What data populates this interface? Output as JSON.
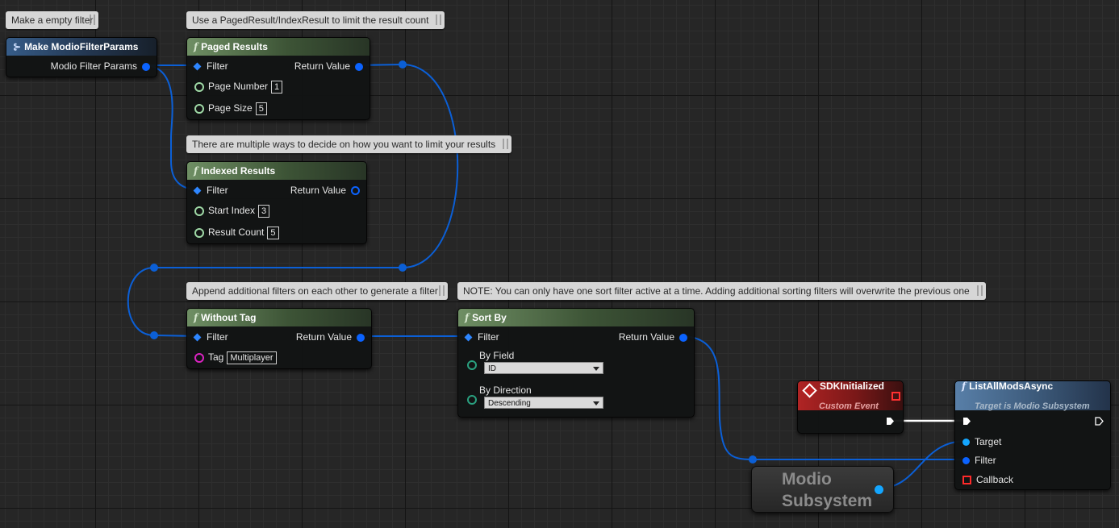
{
  "comments": {
    "empty_filter": "Make a empty filter",
    "paged": "Use a PagedResult/IndexResult to limit the result count",
    "indexed": "There are multiple ways to decide on how you want to limit your results",
    "append": "Append additional filters on each other to generate a filter",
    "sort_note": "NOTE: You can only have one sort filter  active at a time. Adding additional sorting filters will overwrite the previous one"
  },
  "make_filter": {
    "title": "Make ModioFilterParams",
    "out_label": "Modio Filter Params"
  },
  "paged_results": {
    "title": "Paged Results",
    "filter": "Filter",
    "return": "Return Value",
    "page_number_label": "Page Number",
    "page_number": "1",
    "page_size_label": "Page Size",
    "page_size": "5"
  },
  "indexed_results": {
    "title": "Indexed Results",
    "filter": "Filter",
    "return": "Return Value",
    "start_index_label": "Start Index",
    "start_index": "3",
    "result_count_label": "Result Count",
    "result_count": "5"
  },
  "without_tag": {
    "title": "Without Tag",
    "filter": "Filter",
    "return": "Return Value",
    "tag_label": "Tag",
    "tag": "Multiplayer"
  },
  "sort_by": {
    "title": "Sort By",
    "filter": "Filter",
    "return": "Return Value",
    "field_label": "By Field",
    "field_value": "ID",
    "direction_label": "By Direction",
    "direction_value": "Descending"
  },
  "sdk_initialized": {
    "title": "SDKInitialized",
    "subtitle": "Custom Event"
  },
  "list_all_mods": {
    "title": "ListAllModsAsync",
    "subtitle": "Target is Modio Subsystem",
    "target": "Target",
    "filter": "Filter",
    "callback": "Callback"
  },
  "modio_subsystem": {
    "line1": "Modio",
    "line2": "Subsystem"
  },
  "colors": {
    "wire": "#0b5fd6",
    "exec_wire": "#ffffff",
    "function_header": "#5e7a54",
    "event_header": "#a01f1f"
  }
}
